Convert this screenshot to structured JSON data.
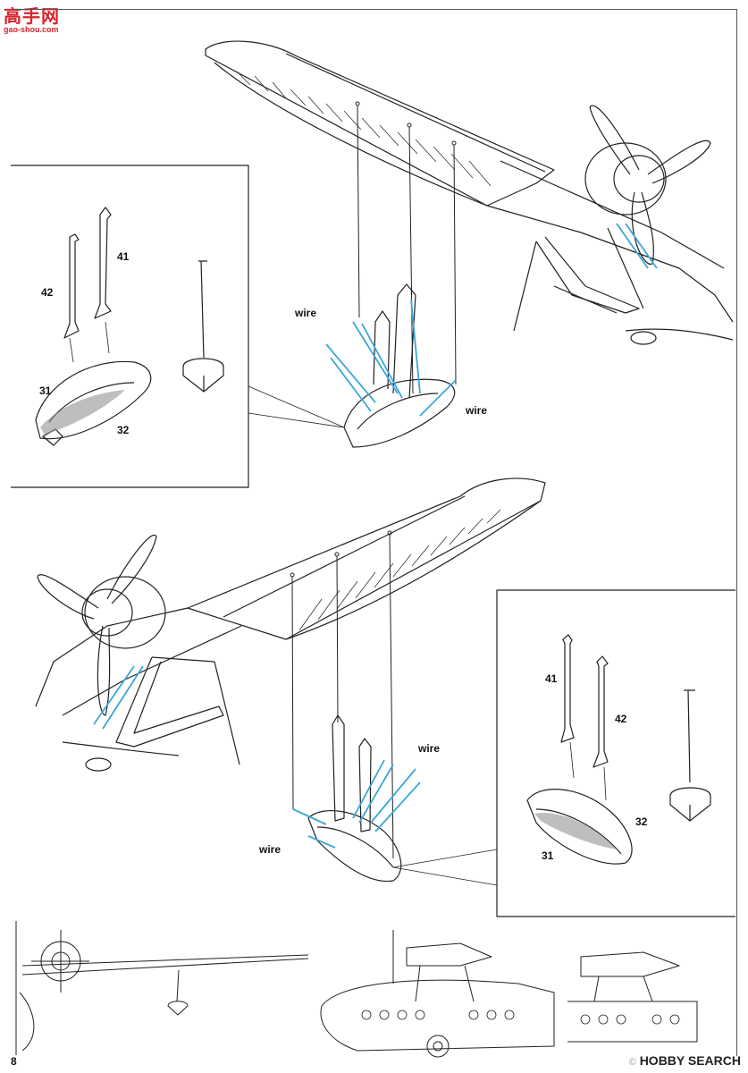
{
  "watermark_top": {
    "text": "高手网",
    "url": "gao-shou.com"
  },
  "watermark_bottom": {
    "brand": "HOBBY SEARCH",
    "copyright": "©"
  },
  "page_number": "8",
  "labels": {
    "p41_a": "41",
    "p42_a": "42",
    "p31_a": "31",
    "p32_a": "32",
    "p41_b": "41",
    "p42_b": "42",
    "p31_b": "31",
    "p32_b": "32",
    "wire_1": "wire",
    "wire_2": "wire",
    "wire_3": "wire",
    "wire_4": "wire"
  },
  "colors": {
    "line": "#222222",
    "wire": "#3aa7d6",
    "accent": "#d9232d"
  }
}
